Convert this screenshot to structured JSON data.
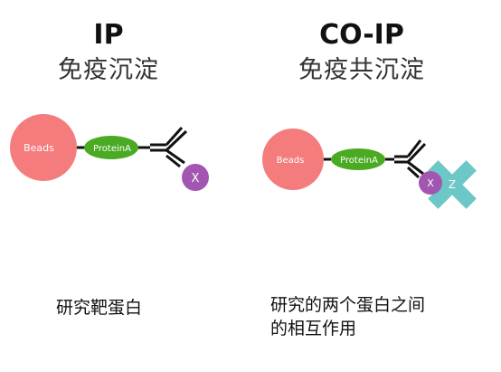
{
  "left": {
    "title": "IP",
    "subtitle": "免疫沉淀",
    "beads_label": "Beads",
    "protein_label": "ProteinA",
    "antigen_label": "X",
    "caption": "研究靶蛋白"
  },
  "right": {
    "title": "CO-IP",
    "subtitle": "免疫共沉淀",
    "beads_label": "Beads",
    "protein_label": "ProteinA",
    "antigen_label": "X",
    "partner_label": "Z",
    "caption_line1": "研究的两个蛋白之间",
    "caption_line2": "的相互作用"
  },
  "colors": {
    "beads": "#f47c7c",
    "protein_a": "#4aaa22",
    "antigen_x": "#a256b2",
    "partner_z": "#6cc7c7"
  }
}
